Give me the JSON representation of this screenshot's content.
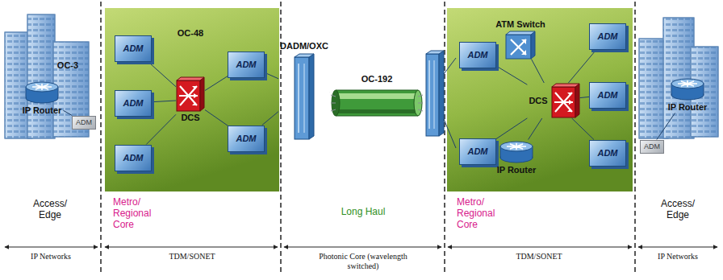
{
  "diagram": {
    "nodes": [
      {
        "text": [
          "IP Router"
        ]
      },
      {
        "text": [
          "ADM"
        ]
      },
      {
        "text": [
          "ADM"
        ]
      },
      {
        "text": [
          "ADM"
        ]
      },
      {
        "text": [
          "ADM"
        ]
      },
      {
        "text": [
          "DCS"
        ]
      },
      {
        "text": [
          "ADM"
        ]
      },
      {
        "text": [
          "ADM"
        ]
      },
      {
        "text": [
          "DADM/OXC"
        ]
      },
      {
        "text": [
          "OC-192"
        ]
      },
      {
        "text": [
          "ADM"
        ]
      },
      {
        "text": [
          "ADM"
        ]
      },
      {
        "text": [
          "ATM Switch"
        ]
      },
      {
        "text": [
          "DCS"
        ]
      },
      {
        "text": [
          "IP Router"
        ]
      },
      {
        "text": [
          "ADM"
        ]
      },
      {
        "text": [
          "ADM"
        ]
      },
      {
        "text": [
          "ADM"
        ]
      },
      {
        "text": [
          "ADM"
        ]
      },
      {
        "text": [
          "IP Router"
        ]
      }
    ],
    "edges": [
      {
        "from": 0,
        "to": 1,
        "arrow": "none"
      },
      {
        "from": 2,
        "to": 5,
        "arrow": "none"
      },
      {
        "from": 3,
        "to": 5,
        "arrow": "none"
      },
      {
        "from": 4,
        "to": 5,
        "arrow": "none"
      },
      {
        "from": 5,
        "to": 6,
        "arrow": "none"
      },
      {
        "from": 5,
        "to": 7,
        "arrow": "none"
      },
      {
        "from": 6,
        "to": 8,
        "arrow": "none"
      },
      {
        "from": 7,
        "to": 8,
        "arrow": "none"
      },
      {
        "from": 8,
        "to": 9,
        "arrow": "none"
      },
      {
        "from": 10,
        "to": 13,
        "arrow": "none"
      },
      {
        "from": 11,
        "to": 13,
        "arrow": "none"
      },
      {
        "from": 12,
        "to": 13,
        "arrow": "none"
      },
      {
        "from": 14,
        "to": 13,
        "arrow": "none"
      },
      {
        "from": 13,
        "to": 15,
        "arrow": "none"
      },
      {
        "from": 13,
        "to": 16,
        "arrow": "none"
      },
      {
        "from": 13,
        "to": 17,
        "arrow": "none"
      },
      {
        "from": 19,
        "to": 18,
        "arrow": "none"
      }
    ],
    "labels": [
      "OC-3",
      "OC-48",
      "Access/ Edge",
      "Metro/ Regional Core",
      "Long Haul",
      "Metro/ Regional Core",
      "Access/ Edge",
      "IP Networks",
      "TDM/SONET",
      "Photonic Core (wavelength switched)",
      "TDM/SONET",
      "IP Networks"
    ]
  }
}
